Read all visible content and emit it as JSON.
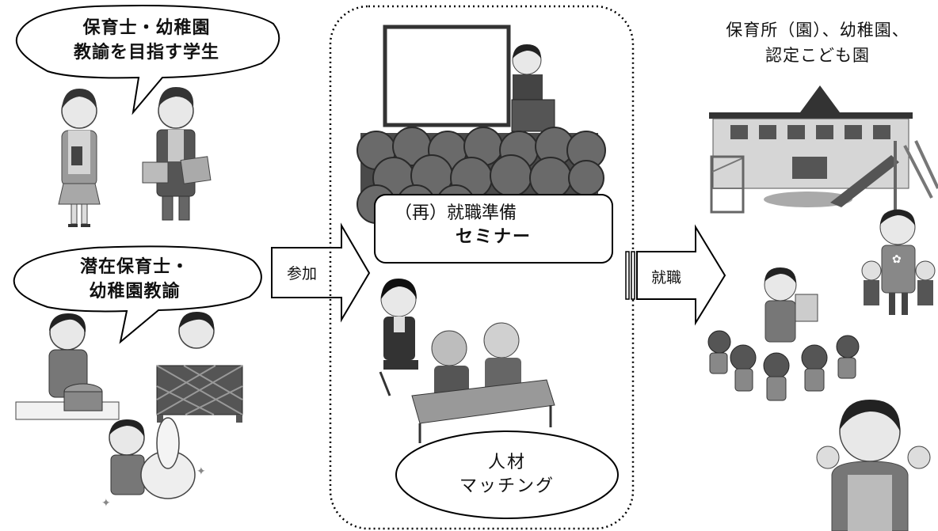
{
  "students_bubble": {
    "line1": "保育士・幼稚園",
    "line2": "教諭を目指す学生"
  },
  "latent_bubble": {
    "line1": "潜在保育士・",
    "line2": "幼稚園教諭"
  },
  "arrow_join": {
    "label": "参加"
  },
  "seminar_box": {
    "line1": "（再）就職準備",
    "line2": "セミナー"
  },
  "matching_ellipse": {
    "line1": "人材",
    "line2": "マッチング"
  },
  "arrow_employment": {
    "label": "就職"
  },
  "destination_title": {
    "line1": "保育所（園）、幼稚園、",
    "line2": "認定こども園"
  }
}
